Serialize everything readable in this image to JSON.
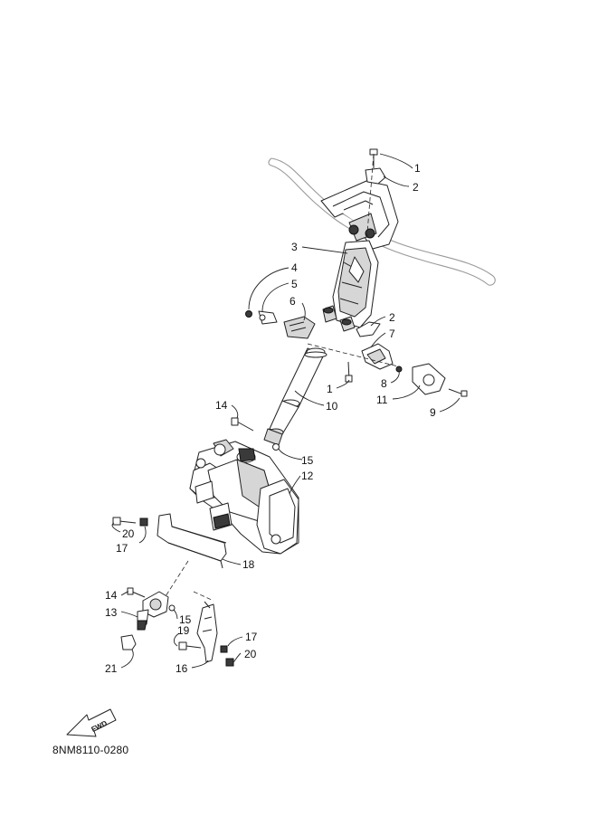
{
  "drawing_code": "8NM8110-0280",
  "fwd_label": "FWD",
  "callouts": {
    "c1a": "1",
    "c2a": "2",
    "c3": "3",
    "c4": "4",
    "c5": "5",
    "c6": "6",
    "c2b": "2",
    "c7": "7",
    "c1b": "1",
    "c8": "8",
    "c10": "10",
    "c11": "11",
    "c9": "9",
    "c14a": "14",
    "c15a": "15",
    "c12": "12",
    "c20a": "20",
    "c17a": "17",
    "c18": "18",
    "c14b": "14",
    "c13": "13",
    "c15b": "15",
    "c19": "19",
    "c17b": "17",
    "c20b": "20",
    "c16": "16",
    "c21": "21"
  }
}
